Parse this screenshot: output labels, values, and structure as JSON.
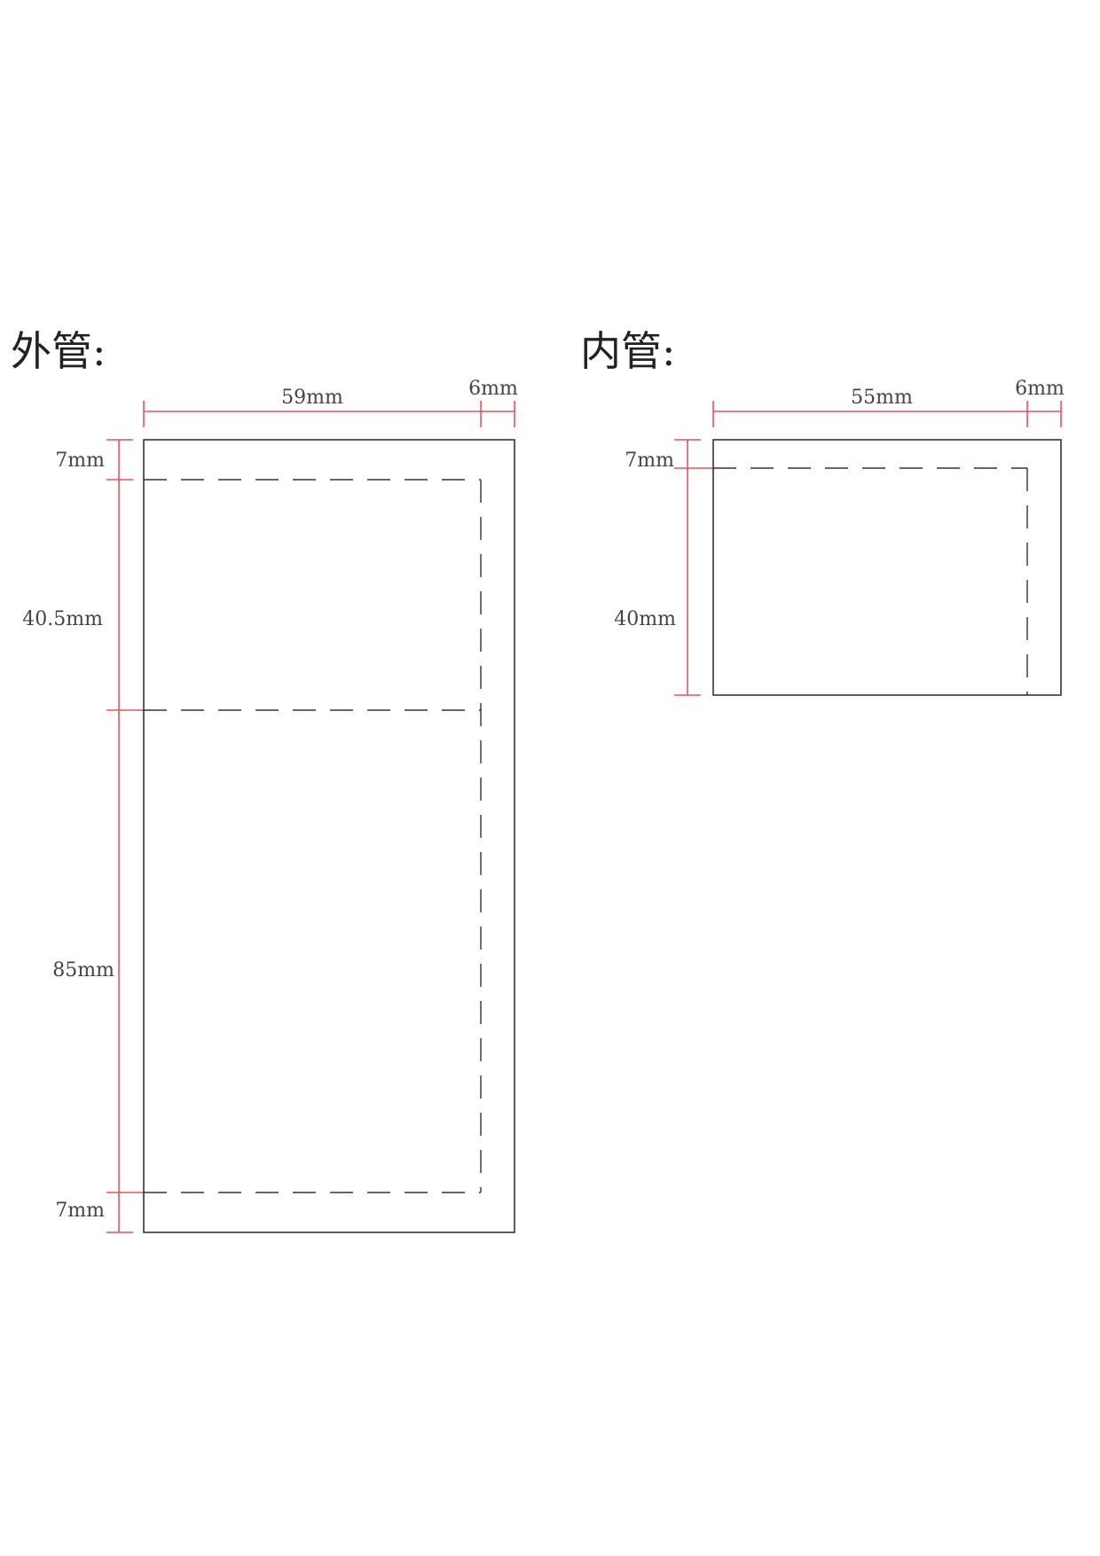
{
  "colors": {
    "dimension_line": "#e8525f",
    "outline": "#333333",
    "fold_line": "#333333",
    "text": "#444444"
  },
  "outer_tube": {
    "title": "外管:",
    "width_label": "59mm",
    "flap_label": "6mm",
    "segment_labels": [
      "7mm",
      "40.5mm",
      "85mm",
      "7mm"
    ]
  },
  "inner_tube": {
    "title": "内管:",
    "width_label": "55mm",
    "flap_label": "6mm",
    "segment_labels": [
      "7mm",
      "40mm"
    ]
  }
}
